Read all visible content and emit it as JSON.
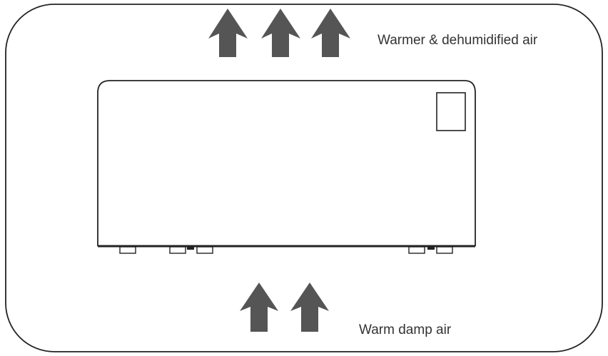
{
  "labels": {
    "top": "Warmer & dehumidified air",
    "bottom": "Warm damp air"
  },
  "colors": {
    "arrow": "#555555",
    "outline": "#222222",
    "background": "#ffffff",
    "text": "#333333"
  },
  "icons": {
    "top_arrows": [
      "up-arrow-icon",
      "up-arrow-icon",
      "up-arrow-icon"
    ],
    "bottom_arrows": [
      "up-arrow-icon",
      "up-arrow-icon"
    ],
    "device": "dehumidifier-unit",
    "control_panel": "control-panel-rectangle"
  }
}
